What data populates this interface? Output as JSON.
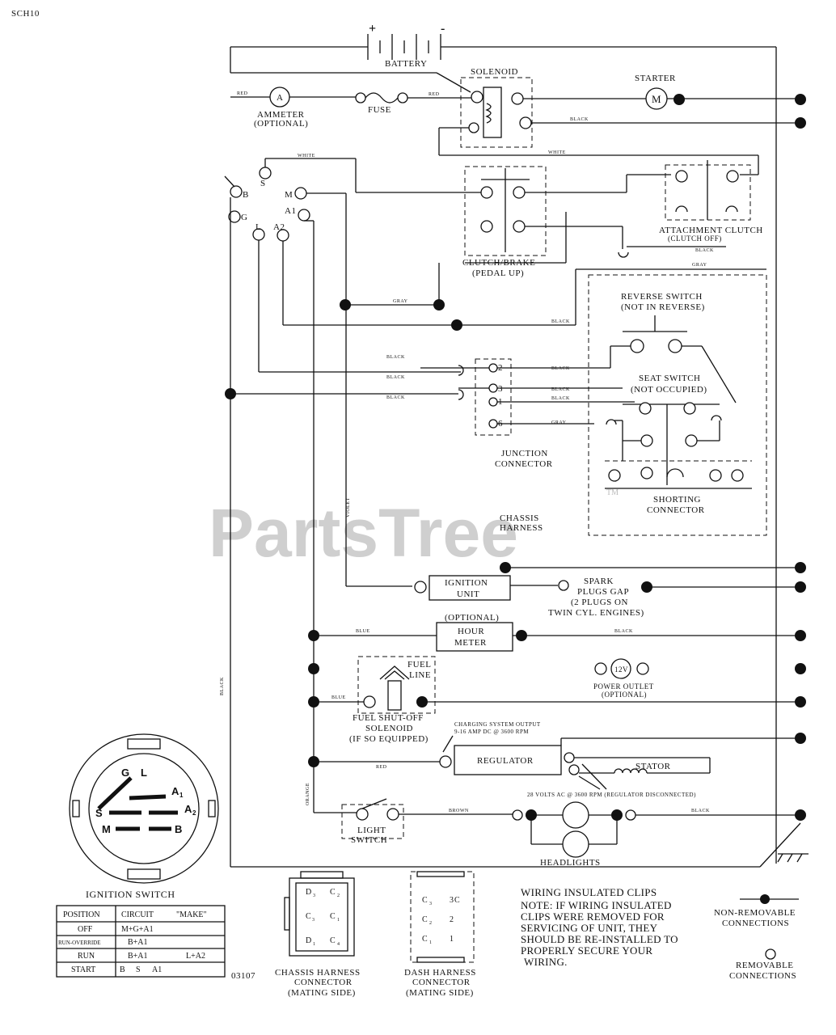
{
  "doc_code": "SCH10",
  "ref_number": "03107",
  "watermark": "PartsTree",
  "trademark": "TM",
  "battery": {
    "label": "BATTERY",
    "plus": "+",
    "minus": "-"
  },
  "components": {
    "solenoid": "SOLENOID",
    "starter": "STARTER",
    "starter_symbol": "M",
    "ammeter": "AMMETER",
    "ammeter_optional": "(OPTIONAL)",
    "ammeter_symbol": "A",
    "fuse": "FUSE",
    "clutch_brake": "CLUTCH/BRAKE",
    "pedal_up": "(PEDAL UP)",
    "attachment_clutch": "ATTACHMENT CLUTCH",
    "clutch_off": "(CLUTCH OFF)",
    "reverse_switch": "REVERSE SWITCH",
    "not_in_reverse": "(NOT IN REVERSE)",
    "seat_switch": "SEAT SWITCH",
    "not_occupied": "(NOT OCCUPIED)",
    "junction_connector_1": "JUNCTION",
    "junction_connector_2": "CONNECTOR",
    "shorting_connector_1": "SHORTING",
    "shorting_connector_2": "CONNECTOR",
    "chassis_harness_1": "CHASSIS",
    "chassis_harness_2": "HARNESS",
    "ignition_unit_1": "IGNITION",
    "ignition_unit_2": "UNIT",
    "spark_plugs_1": "SPARK",
    "spark_plugs_2": "PLUGS GAP",
    "spark_plugs_3": "(2 PLUGS ON",
    "spark_plugs_4": "TWIN CYL. ENGINES)",
    "hour_meter_optional": "(OPTIONAL)",
    "hour_meter_1": "HOUR",
    "hour_meter_2": "METER",
    "power_outlet_1": "POWER OUTLET",
    "power_outlet_2": "(OPTIONAL)",
    "power_outlet_symbol": "12V",
    "fuel_line_1": "FUEL",
    "fuel_line_2": "LINE",
    "fuel_solenoid_1": "FUEL SHUT-OFF",
    "fuel_solenoid_2": "SOLENOID",
    "fuel_solenoid_3": "(IF SO EQUIPPED)",
    "charging_output_1": "CHARGING SYSTEM OUTPUT",
    "charging_output_2": "9-16 AMP DC @ 3600 RPM",
    "regulator": "REGULATOR",
    "stator": "STATOR",
    "volts_ac": "28 VOLTS AC @ 3600 RPM (REGULATOR DISCONNECTED)",
    "light_switch_1": "LIGHT",
    "light_switch_2": "SWITCH",
    "headlights": "HEADLIGHTS"
  },
  "ignition_terminals": {
    "s": "S",
    "b": "B",
    "m": "M",
    "a1": "A1",
    "g": "G",
    "l": "L",
    "a2": "A2"
  },
  "wire_colors": {
    "red": "RED",
    "white": "WHITE",
    "black": "BLACK",
    "gray": "GRAY",
    "blue": "BLUE",
    "violet": "VIOLET",
    "orange": "ORANGE",
    "brown": "BROWN"
  },
  "junction_pins": [
    "2",
    "3",
    "1",
    "6"
  ],
  "ignition_switch_face": {
    "g": "G",
    "l": "L",
    "a1": "A",
    "a1_sub": "1",
    "s": "S",
    "a2": "A",
    "a2_sub": "2",
    "m": "M",
    "b": "B"
  },
  "ignition_switch_title": "IGNITION SWITCH",
  "ignition_table": {
    "headers": [
      "POSITION",
      "CIRCUIT",
      "\"MAKE\""
    ],
    "rows": [
      [
        "OFF",
        "M+G+A1",
        ""
      ],
      [
        "RUN-OVERRIDE",
        "B+A1",
        ""
      ],
      [
        "RUN",
        "B+A1",
        "L+A2"
      ],
      [
        "START",
        "B",
        "S",
        "A1"
      ]
    ]
  },
  "chassis_connector": {
    "pins": [
      "D",
      "3",
      "C",
      "3",
      "C",
      "2",
      "C",
      "1",
      "D",
      "1",
      "C",
      "4"
    ],
    "label_1": "CHASSIS HARNESS",
    "label_2": "CONNECTOR",
    "label_3": "(MATING SIDE)"
  },
  "dash_connector": {
    "pins": [
      "C",
      "3",
      "3",
      "C",
      "2",
      "2",
      "C",
      "1",
      "1"
    ],
    "label_1": "DASH HARNESS",
    "label_2": "CONNECTOR",
    "label_3": "(MATING SIDE)"
  },
  "notes": {
    "title": "WIRING INSULATED CLIPS",
    "line_1": "NOTE: IF WIRING INSULATED",
    "line_2": "CLIPS WERE REMOVED FOR",
    "line_3": "SERVICING OF UNIT, THEY",
    "line_4": "SHOULD BE RE-INSTALLED TO",
    "line_5": "PROPERLY SECURE YOUR",
    "line_6": "WIRING."
  },
  "legend": {
    "non_removable_1": "NON-REMOVABLE",
    "non_removable_2": "CONNECTIONS",
    "removable_1": "REMOVABLE",
    "removable_2": "CONNECTIONS"
  }
}
